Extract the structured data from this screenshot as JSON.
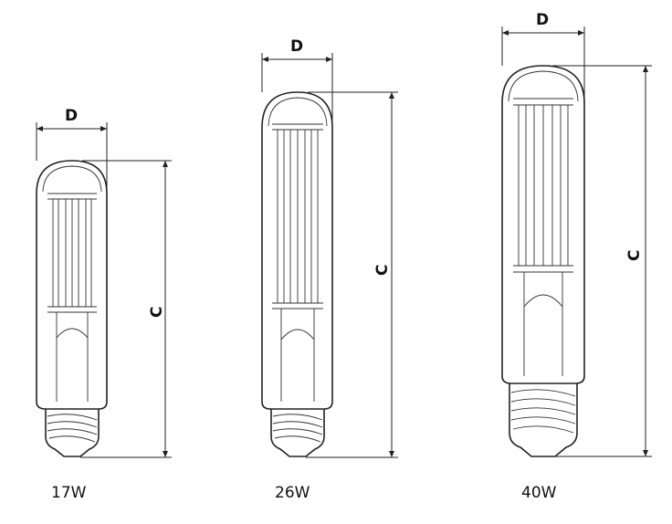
{
  "diagram": {
    "bulbs": [
      {
        "id": "17w",
        "watt_label": "17W",
        "width_label": "D",
        "height_label": "C"
      },
      {
        "id": "26w",
        "watt_label": "26W",
        "width_label": "D",
        "height_label": "C"
      },
      {
        "id": "40w",
        "watt_label": "40W",
        "width_label": "D",
        "height_label": "C"
      }
    ]
  }
}
